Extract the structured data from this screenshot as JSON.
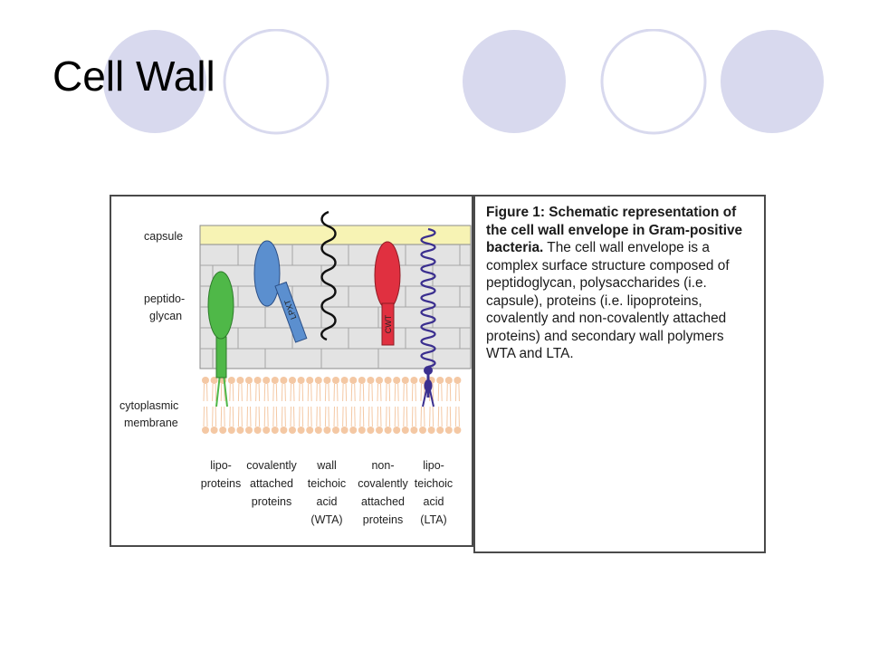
{
  "slide": {
    "title": "Cell Wall"
  },
  "theme": {
    "circle_fill": "#d8d9ee",
    "circle_stroke": "#d8d9ee",
    "ring_stroke": "#d8d9ee"
  },
  "figure": {
    "layer_labels": {
      "capsule": "capsule",
      "peptidoglycan_line1": "peptido-",
      "peptidoglycan_line2": "glycan",
      "membrane_line1": "cytoplasmic",
      "membrane_line2": "membrane"
    },
    "anchor_tags": {
      "lpxt": "LPXT",
      "cwt": "CWT"
    },
    "components": [
      {
        "line1": "lipo-",
        "line2": "proteins",
        "line3": "",
        "line4": ""
      },
      {
        "line1": "covalently",
        "line2": "attached",
        "line3": "proteins",
        "line4": ""
      },
      {
        "line1": "wall",
        "line2": "teichoic",
        "line3": "acid",
        "line4": "(WTA)"
      },
      {
        "line1": "non-",
        "line2": "covalently",
        "line3": "attached",
        "line4": "proteins"
      },
      {
        "line1": "lipo-",
        "line2": "teichoic",
        "line3": "acid",
        "line4": "(LTA)"
      }
    ],
    "colors": {
      "capsule": "#f7f3b4",
      "peptidoglycan": "#e3e3e3",
      "lipoprotein": "#4fb848",
      "covalent_protein": "#5b8fcf",
      "noncovalent_protein": "#e03040",
      "lta": "#3b2f8f",
      "lipid_head": "#f4c8a4"
    }
  },
  "caption": {
    "heading": "Figure 1: Schematic representation of the cell wall envelope in Gram-positive bacteria.",
    "body": " The cell wall envelope is a complex surface structure composed of peptidoglycan, polysaccharides (i.e. capsule), proteins (i.e. lipoproteins, covalently and non-covalently attached proteins) and secondary wall polymers WTA and LTA."
  }
}
